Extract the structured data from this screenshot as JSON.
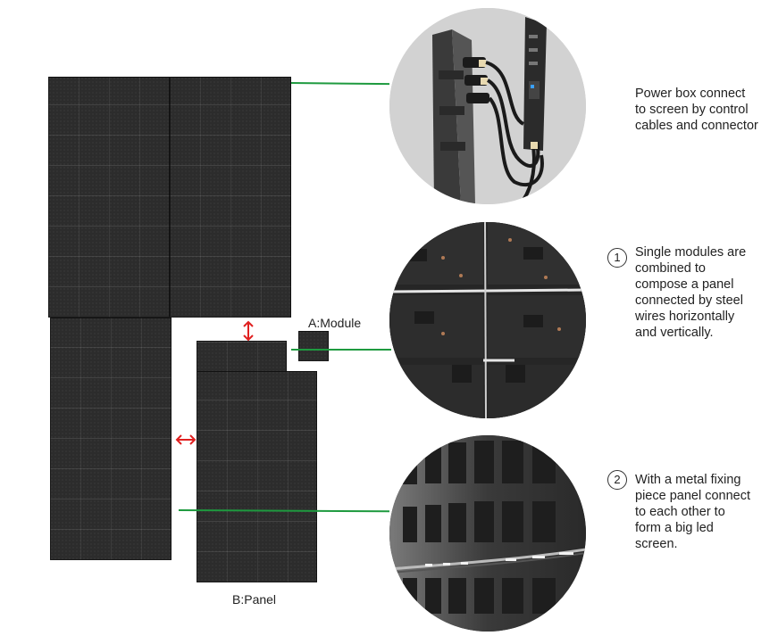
{
  "labels": {
    "module": "A:Module",
    "panel": "B:Panel"
  },
  "steps": [
    {
      "number": "",
      "caption": "Power box connect\nto screen by control\ncables and connector"
    },
    {
      "number": "1",
      "caption": "Single modules are\ncombined to\ncompose a panel\nconnected by steel\nwires horizontally\nand vertically."
    },
    {
      "number": "2",
      "caption": "With a metal fixing\npiece panel connect\nto each other to\nform a big led\nscreen."
    }
  ],
  "colors": {
    "connector_line": "#1e9a3f",
    "arrow": "#e02020",
    "panel": "#2c2c2c"
  }
}
